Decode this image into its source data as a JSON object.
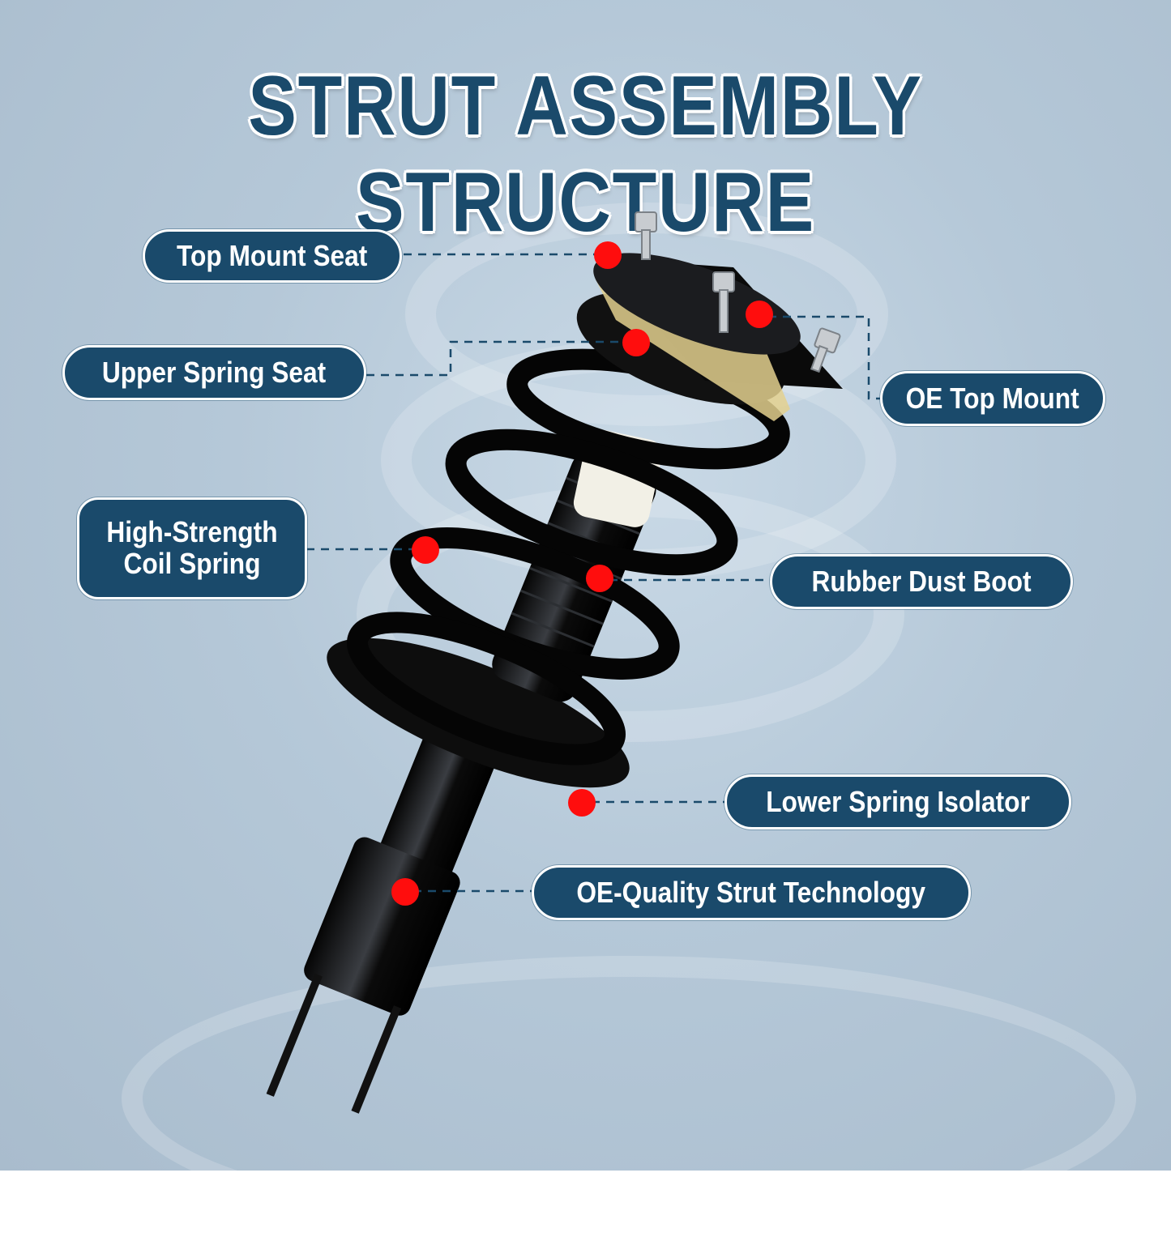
{
  "title": "STRUT ASSEMBLY STRUCTURE",
  "colors": {
    "label_bg": "#1a4a6b",
    "label_text": "#ffffff",
    "marker": "#ff0000",
    "leader_line": "#1a4a6b",
    "background": "#b5c8d8"
  },
  "callouts": [
    {
      "id": "top-mount-seat",
      "label": "Top Mount Seat"
    },
    {
      "id": "upper-spring-seat",
      "label": "Upper Spring Seat"
    },
    {
      "id": "oe-top-mount",
      "label": "OE Top Mount"
    },
    {
      "id": "coil-spring",
      "label_line1": "High-Strength",
      "label_line2": "Coil Spring"
    },
    {
      "id": "rubber-dust-boot",
      "label": "Rubber Dust Boot"
    },
    {
      "id": "lower-spring-isolator",
      "label": "Lower Spring Isolator"
    },
    {
      "id": "strut-technology",
      "label": "OE-Quality Strut Technology"
    }
  ]
}
